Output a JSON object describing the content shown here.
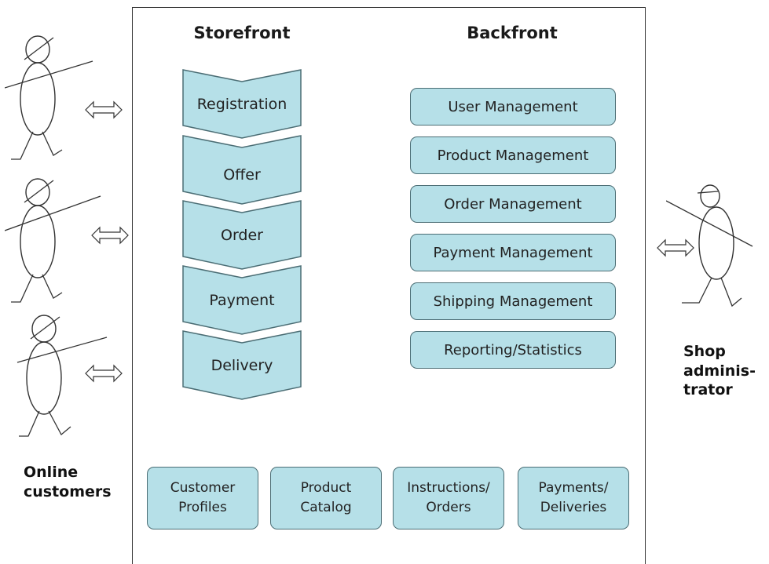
{
  "storefront": {
    "heading": "Storefront",
    "steps": [
      "Registration",
      "Offer",
      "Order",
      "Payment",
      "Delivery"
    ]
  },
  "backfront": {
    "heading": "Backfront",
    "modules": [
      "User Management",
      "Product Management",
      "Order Management",
      "Payment Management",
      "Shipping Management",
      "Reporting/Statistics"
    ]
  },
  "data_stores": [
    {
      "line1": "Customer",
      "line2": "Profiles"
    },
    {
      "line1": "Product",
      "line2": "Catalog"
    },
    {
      "line1": "Instructions/",
      "line2": "Orders"
    },
    {
      "line1": "Payments/",
      "line2": "Deliveries"
    }
  ],
  "actors": {
    "customers_label_line1": "Online",
    "customers_label_line2": "customers",
    "admin_label_line1": "Shop",
    "admin_label_line2": "adminis-",
    "admin_label_line3": "trator"
  },
  "colors": {
    "box_fill": "#b6e0e8",
    "box_border": "#4b6d74",
    "frame": "#333333"
  },
  "icons": [
    "stick-figure-icon",
    "double-arrow-icon"
  ]
}
